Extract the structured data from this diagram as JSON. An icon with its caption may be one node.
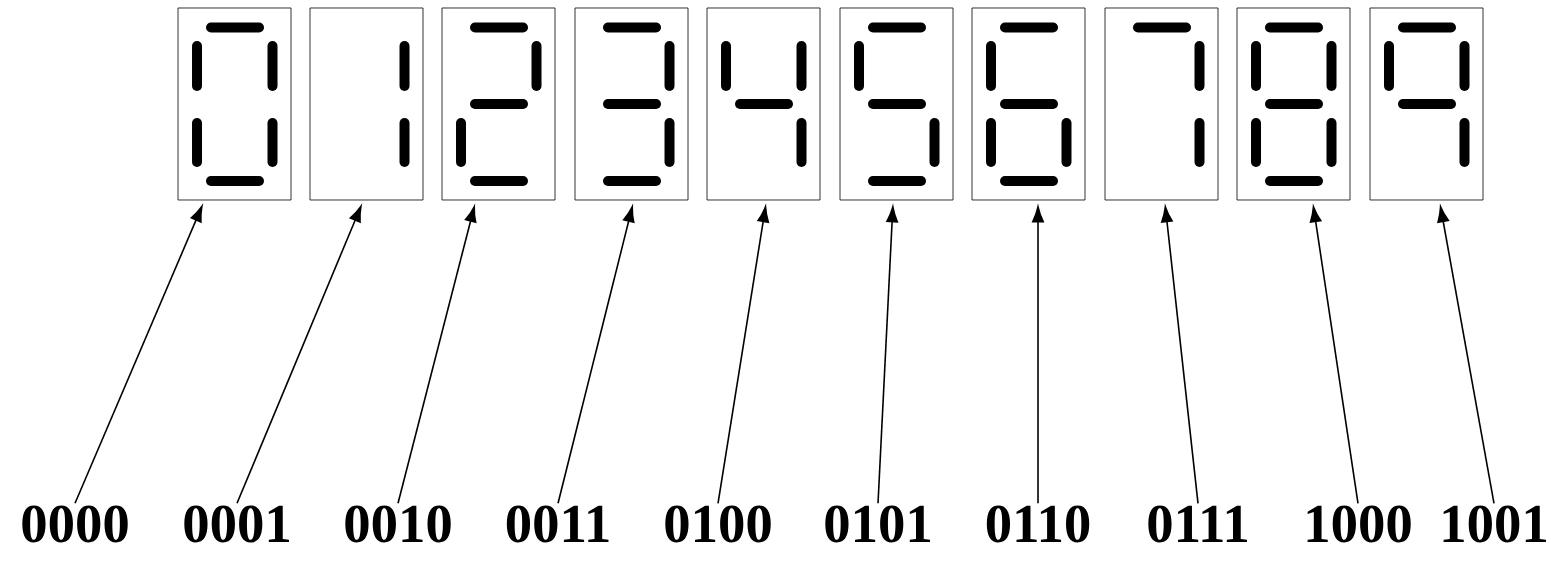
{
  "diagram": {
    "nodes": [
      {
        "text": [],
        "shape": "box"
      },
      {
        "text": [],
        "shape": "box"
      },
      {
        "text": [],
        "shape": "box"
      },
      {
        "text": [],
        "shape": "box"
      },
      {
        "text": [],
        "shape": "box"
      },
      {
        "text": [],
        "shape": "box"
      },
      {
        "text": [],
        "shape": "box"
      },
      {
        "text": [],
        "shape": "box"
      },
      {
        "text": [],
        "shape": "box"
      },
      {
        "text": [],
        "shape": "box"
      },
      {
        "text": [
          "0000"
        ]
      },
      {
        "text": [
          "0001"
        ]
      },
      {
        "text": [
          "0010"
        ]
      },
      {
        "text": [
          "0011"
        ]
      },
      {
        "text": [
          "0100"
        ]
      },
      {
        "text": [
          "0101"
        ]
      },
      {
        "text": [
          "0110"
        ]
      },
      {
        "text": [
          "0111"
        ]
      },
      {
        "text": [
          "1000"
        ]
      },
      {
        "text": [
          "1001"
        ]
      }
    ],
    "edges": [
      {
        "from": 10,
        "to": 0,
        "arrow": "to"
      },
      {
        "from": 11,
        "to": 1,
        "arrow": "to"
      },
      {
        "from": 12,
        "to": 2,
        "arrow": "to"
      },
      {
        "from": 13,
        "to": 3,
        "arrow": "to"
      },
      {
        "from": 14,
        "to": 4,
        "arrow": "to"
      },
      {
        "from": 15,
        "to": 5,
        "arrow": "to"
      },
      {
        "from": 16,
        "to": 6,
        "arrow": "to"
      },
      {
        "from": 17,
        "to": 7,
        "arrow": "to"
      },
      {
        "from": 18,
        "to": 8,
        "arrow": "to"
      },
      {
        "from": 19,
        "to": 9,
        "arrow": "to"
      }
    ]
  }
}
